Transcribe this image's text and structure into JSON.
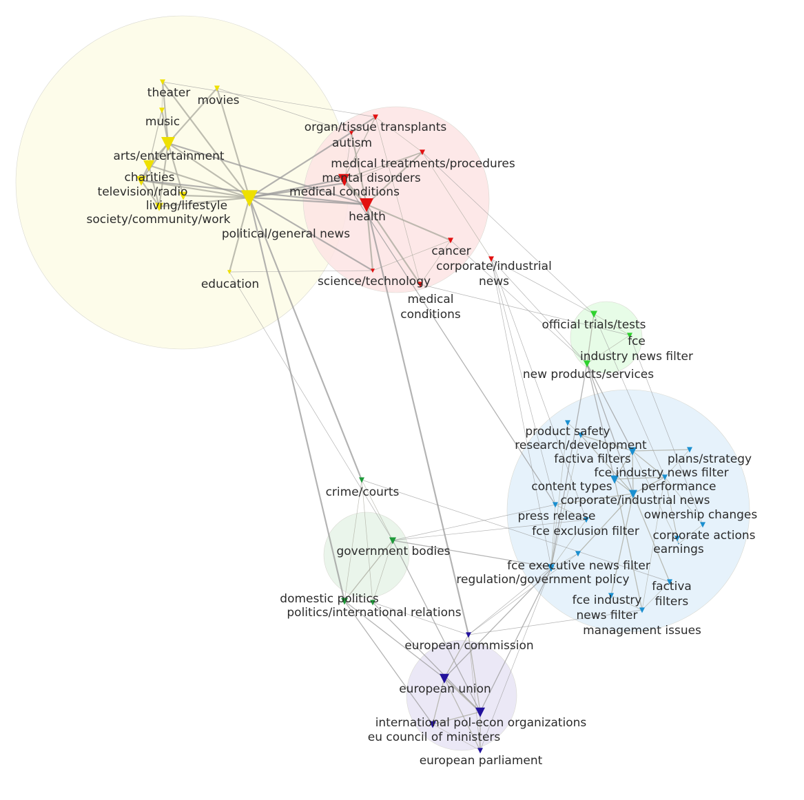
{
  "groups": {
    "arts": {
      "node": "#eee000",
      "halo": "#fdfbe6"
    },
    "health": {
      "node": "#e21010",
      "halo": "#fde4e4"
    },
    "products": {
      "node": "#2fd22f",
      "halo": "#e3fbe3"
    },
    "corporate": {
      "node": "#1a8fd0",
      "halo": "#e2f0fa"
    },
    "politics": {
      "node": "#1e9a3a",
      "halo": "#e6f3e8"
    },
    "europe": {
      "node": "#22119c",
      "halo": "#e7e4f5"
    }
  },
  "nodes": [
    {
      "label": "theater",
      "group": "arts"
    },
    {
      "label": "movies",
      "group": "arts"
    },
    {
      "label": "music",
      "group": "arts"
    },
    {
      "label": "arts/entertainment",
      "group": "arts"
    },
    {
      "label": "charities",
      "group": "arts"
    },
    {
      "label": "television/radio",
      "group": "arts"
    },
    {
      "label": "living/lifestyle",
      "group": "arts"
    },
    {
      "label": "society/community/work",
      "group": "arts"
    },
    {
      "label": "political/general news",
      "group": "arts"
    },
    {
      "label": "education",
      "group": "arts"
    },
    {
      "label": "organ/tissue transplants",
      "group": "health"
    },
    {
      "label": "autism",
      "group": "health"
    },
    {
      "label": "medical treatments/procedures",
      "group": "health"
    },
    {
      "label": "mental disorders",
      "group": "health"
    },
    {
      "label": "medical conditions",
      "group": "health"
    },
    {
      "label": "health",
      "group": "health"
    },
    {
      "label": "cancer",
      "group": "health"
    },
    {
      "label": "science/technology",
      "group": "health"
    },
    {
      "label": "medical\nconditions",
      "group": "health"
    },
    {
      "label": "corporate/industrial\nnews",
      "group": "health"
    },
    {
      "label": "official trials/tests",
      "group": "products"
    },
    {
      "label": "fce\nindustry news filter",
      "group": "products"
    },
    {
      "label": "new products/services",
      "group": "products"
    },
    {
      "label": "product safety",
      "group": "corporate"
    },
    {
      "label": "research/development",
      "group": "corporate"
    },
    {
      "label": "factiva filters",
      "group": "corporate"
    },
    {
      "label": "plans/strategy",
      "group": "corporate"
    },
    {
      "label": "fce industry news filter",
      "group": "corporate"
    },
    {
      "label": "content types",
      "group": "corporate"
    },
    {
      "label": "performance",
      "group": "corporate"
    },
    {
      "label": "corporate/industrial news",
      "group": "corporate"
    },
    {
      "label": "press release",
      "group": "corporate"
    },
    {
      "label": "fce exclusion filter",
      "group": "corporate"
    },
    {
      "label": "ownership changes",
      "group": "corporate"
    },
    {
      "label": "corporate actions",
      "group": "corporate"
    },
    {
      "label": "earnings",
      "group": "corporate"
    },
    {
      "label": "fce executive news filter",
      "group": "corporate"
    },
    {
      "label": "regulation/government policy",
      "group": "corporate"
    },
    {
      "label": "factiva\nfilters",
      "group": "corporate"
    },
    {
      "label": "fce industry\nnews filter",
      "group": "corporate"
    },
    {
      "label": "management issues",
      "group": "corporate"
    },
    {
      "label": "crime/courts",
      "group": "politics"
    },
    {
      "label": "government bodies",
      "group": "politics"
    },
    {
      "label": "domestic politics",
      "group": "politics"
    },
    {
      "label": "politics/international relations",
      "group": "politics"
    },
    {
      "label": "european commission",
      "group": "europe"
    },
    {
      "label": "european union",
      "group": "europe"
    },
    {
      "label": "international pol-econ organizations",
      "group": "europe"
    },
    {
      "label": "eu council of ministers",
      "group": "europe"
    },
    {
      "label": "european parliament",
      "group": "europe"
    }
  ],
  "edges": [
    [
      0,
      3
    ],
    [
      0,
      2
    ],
    [
      0,
      8
    ],
    [
      0,
      10
    ],
    [
      1,
      3
    ],
    [
      1,
      8
    ],
    [
      1,
      11
    ],
    [
      2,
      3
    ],
    [
      2,
      4
    ],
    [
      3,
      4
    ],
    [
      3,
      5
    ],
    [
      3,
      6
    ],
    [
      3,
      7
    ],
    [
      3,
      8
    ],
    [
      4,
      5
    ],
    [
      4,
      7
    ],
    [
      4,
      8
    ],
    [
      5,
      7
    ],
    [
      5,
      8
    ],
    [
      6,
      8
    ],
    [
      7,
      8
    ],
    [
      8,
      9
    ],
    [
      8,
      13
    ],
    [
      8,
      14
    ],
    [
      8,
      15
    ],
    [
      8,
      10
    ],
    [
      8,
      17
    ],
    [
      8,
      41
    ],
    [
      8,
      43
    ],
    [
      9,
      17
    ],
    [
      9,
      42
    ],
    [
      3,
      15
    ],
    [
      5,
      15
    ],
    [
      10,
      11
    ],
    [
      10,
      12
    ],
    [
      10,
      13
    ],
    [
      11,
      14
    ],
    [
      11,
      15
    ],
    [
      12,
      13
    ],
    [
      12,
      15
    ],
    [
      12,
      14
    ],
    [
      13,
      14
    ],
    [
      13,
      15
    ],
    [
      14,
      15
    ],
    [
      15,
      16
    ],
    [
      15,
      17
    ],
    [
      15,
      18
    ],
    [
      16,
      18
    ],
    [
      16,
      17
    ],
    [
      10,
      18
    ],
    [
      12,
      19
    ],
    [
      15,
      45
    ],
    [
      12,
      20
    ],
    [
      13,
      30
    ],
    [
      19,
      20
    ],
    [
      19,
      22
    ],
    [
      19,
      30
    ],
    [
      19,
      31
    ],
    [
      19,
      36
    ],
    [
      20,
      21
    ],
    [
      20,
      22
    ],
    [
      21,
      22
    ],
    [
      22,
      25
    ],
    [
      22,
      27
    ],
    [
      22,
      28
    ],
    [
      20,
      29
    ],
    [
      21,
      33
    ],
    [
      22,
      36
    ],
    [
      16,
      22
    ],
    [
      18,
      21
    ],
    [
      23,
      24
    ],
    [
      24,
      25
    ],
    [
      24,
      28
    ],
    [
      25,
      27
    ],
    [
      25,
      28
    ],
    [
      25,
      29
    ],
    [
      26,
      25
    ],
    [
      26,
      29
    ],
    [
      27,
      28
    ],
    [
      27,
      29
    ],
    [
      28,
      30
    ],
    [
      28,
      29
    ],
    [
      29,
      33
    ],
    [
      29,
      34
    ],
    [
      29,
      35
    ],
    [
      28,
      32
    ],
    [
      30,
      31
    ],
    [
      30,
      36
    ],
    [
      31,
      37
    ],
    [
      32,
      37
    ],
    [
      28,
      38
    ],
    [
      27,
      40
    ],
    [
      29,
      40
    ],
    [
      35,
      34
    ],
    [
      33,
      35
    ],
    [
      36,
      37
    ],
    [
      38,
      40
    ],
    [
      39,
      40
    ],
    [
      28,
      39
    ],
    [
      25,
      35
    ],
    [
      23,
      37
    ],
    [
      24,
      36
    ],
    [
      41,
      42
    ],
    [
      41,
      43
    ],
    [
      41,
      44
    ],
    [
      41,
      38
    ],
    [
      42,
      43
    ],
    [
      42,
      44
    ],
    [
      43,
      44
    ],
    [
      42,
      30
    ],
    [
      42,
      31
    ],
    [
      42,
      36
    ],
    [
      43,
      46
    ],
    [
      44,
      47
    ],
    [
      42,
      47
    ],
    [
      45,
      46
    ],
    [
      45,
      47
    ],
    [
      45,
      49
    ],
    [
      46,
      47
    ],
    [
      46,
      48
    ],
    [
      46,
      49
    ],
    [
      47,
      48
    ],
    [
      47,
      49
    ],
    [
      48,
      49
    ],
    [
      45,
      36
    ],
    [
      46,
      37
    ],
    [
      47,
      37
    ],
    [
      45,
      32
    ],
    [
      49,
      36
    ],
    [
      48,
      43
    ],
    [
      44,
      45
    ],
    [
      45,
      40
    ]
  ]
}
